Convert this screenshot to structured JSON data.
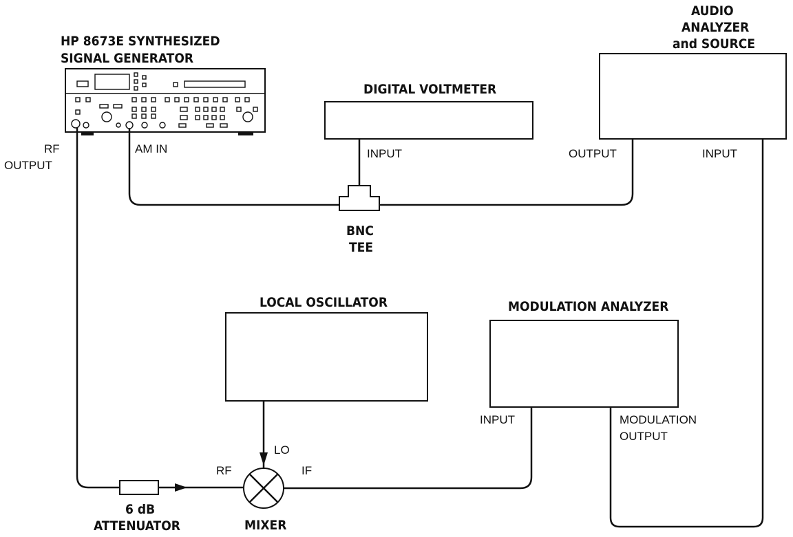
{
  "labels": {
    "generator_line1": "HP 8673E SYNTHESIZED",
    "generator_line2": "SIGNAL GENERATOR",
    "rf_output_line1": "RF",
    "rf_output_line2": "OUTPUT",
    "am_in": "AM  IN",
    "dvm": "DIGITAL VOLTMETER",
    "dvm_input": "INPUT",
    "audio_line1": "AUDIO",
    "audio_line2": "ANALYZER",
    "audio_line3": "and SOURCE",
    "audio_output": "OUTPUT",
    "audio_input": "INPUT",
    "tee_line1": "BNC",
    "tee_line2": "TEE",
    "local_osc": "LOCAL OSCILLATOR",
    "mod_analyzer": "MODULATION ANALYZER",
    "mod_input": "INPUT",
    "mod_output_line1": "MODULATION",
    "mod_output_line2": "OUTPUT",
    "lo": "LO",
    "rf": "RF",
    "if": "IF",
    "atten_line1": "6 dB",
    "atten_line2": "ATTENUATOR",
    "mixer": "MIXER"
  }
}
